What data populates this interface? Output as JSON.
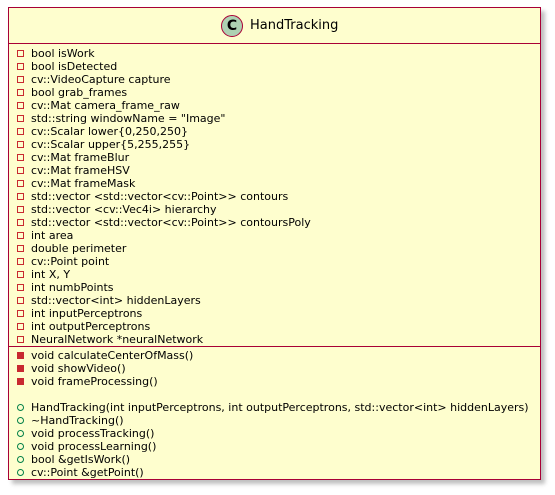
{
  "class": {
    "name": "HandTracking",
    "stereotype_letter": "C"
  },
  "colors": {
    "fill": "#FEFECE",
    "border": "#A80036",
    "stereotype_circle": "#ADD1B2",
    "private": "#C82930",
    "public": "#038048"
  },
  "fields": [
    {
      "vis": "private",
      "text": "bool isWork"
    },
    {
      "vis": "private",
      "text": "bool isDetected"
    },
    {
      "vis": "private",
      "text": "cv::VideoCapture capture"
    },
    {
      "vis": "private",
      "text": "bool grab_frames"
    },
    {
      "vis": "private",
      "text": "cv::Mat camera_frame_raw"
    },
    {
      "vis": "private",
      "text": "std::string windowName = \"Image\""
    },
    {
      "vis": "private",
      "text": "cv::Scalar lower{0,250,250}"
    },
    {
      "vis": "private",
      "text": "cv::Scalar upper{5,255,255}"
    },
    {
      "vis": "private",
      "text": "cv::Mat frameBlur"
    },
    {
      "vis": "private",
      "text": "cv::Mat frameHSV"
    },
    {
      "vis": "private",
      "text": "cv::Mat frameMask"
    },
    {
      "vis": "private",
      "text": "std::vector <std::vector<cv::Point>> contours"
    },
    {
      "vis": "private",
      "text": "std::vector <cv::Vec4i> hierarchy"
    },
    {
      "vis": "private",
      "text": "std::vector <std::vector<cv::Point>> contoursPoly"
    },
    {
      "vis": "private",
      "text": "int area"
    },
    {
      "vis": "private",
      "text": "double perimeter"
    },
    {
      "vis": "private",
      "text": "cv::Point point"
    },
    {
      "vis": "private",
      "text": "int X, Y"
    },
    {
      "vis": "private",
      "text": "int numbPoints"
    },
    {
      "vis": "private",
      "text": "std::vector<int> hiddenLayers"
    },
    {
      "vis": "private",
      "text": "int inputPerceptrons"
    },
    {
      "vis": "private",
      "text": "int outputPerceptrons"
    },
    {
      "vis": "private",
      "text": "NeuralNetwork *neuralNetwork"
    }
  ],
  "private_methods": [
    {
      "vis": "private-op",
      "text": "void calculateCenterOfMass()"
    },
    {
      "vis": "private-op",
      "text": "void showVideo()"
    },
    {
      "vis": "private-op",
      "text": "void frameProcessing()"
    }
  ],
  "public_methods": [
    {
      "vis": "public",
      "text": "HandTracking(int inputPerceptrons, int outputPerceptrons, std::vector<int> hiddenLayers)"
    },
    {
      "vis": "public",
      "text": "~HandTracking()"
    },
    {
      "vis": "public",
      "text": "void processTracking()"
    },
    {
      "vis": "public",
      "text": "void processLearning()"
    },
    {
      "vis": "public",
      "text": "bool &getIsWork()"
    },
    {
      "vis": "public",
      "text": "cv::Point &getPoint()"
    }
  ]
}
